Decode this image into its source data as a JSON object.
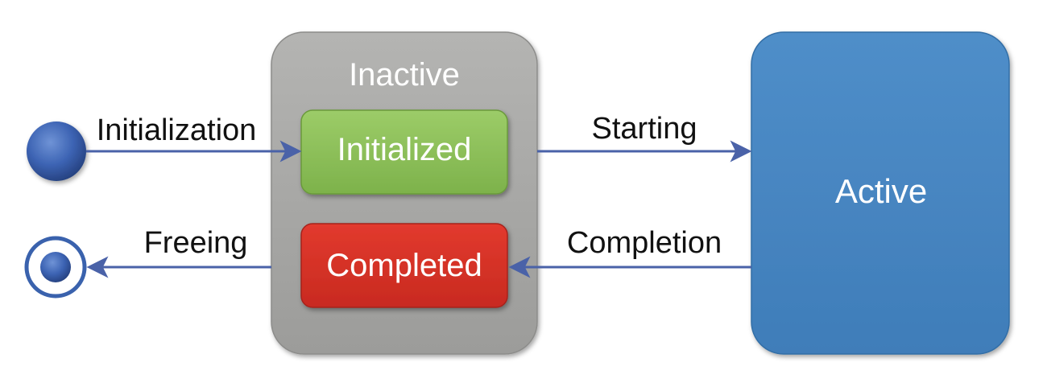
{
  "diagram": {
    "states": {
      "inactive": {
        "label": "Inactive",
        "color": "#a9a9a7"
      },
      "initialized": {
        "label": "Initialized",
        "color": "#8dc15b"
      },
      "completed": {
        "label": "Completed",
        "color": "#d83328"
      },
      "active": {
        "label": "Active",
        "color": "#4a89c4"
      }
    },
    "transitions": {
      "initialization": "Initialization",
      "starting": "Starting",
      "completion": "Completion",
      "freeing": "Freeing"
    },
    "pseudostates": {
      "initial": "initial-pseudostate",
      "final": "final-pseudostate"
    },
    "colors": {
      "arrow": "#4a62a8",
      "pseudostate": "#3a62ad",
      "label_text": "#111111",
      "state_text": "#ffffff"
    }
  }
}
